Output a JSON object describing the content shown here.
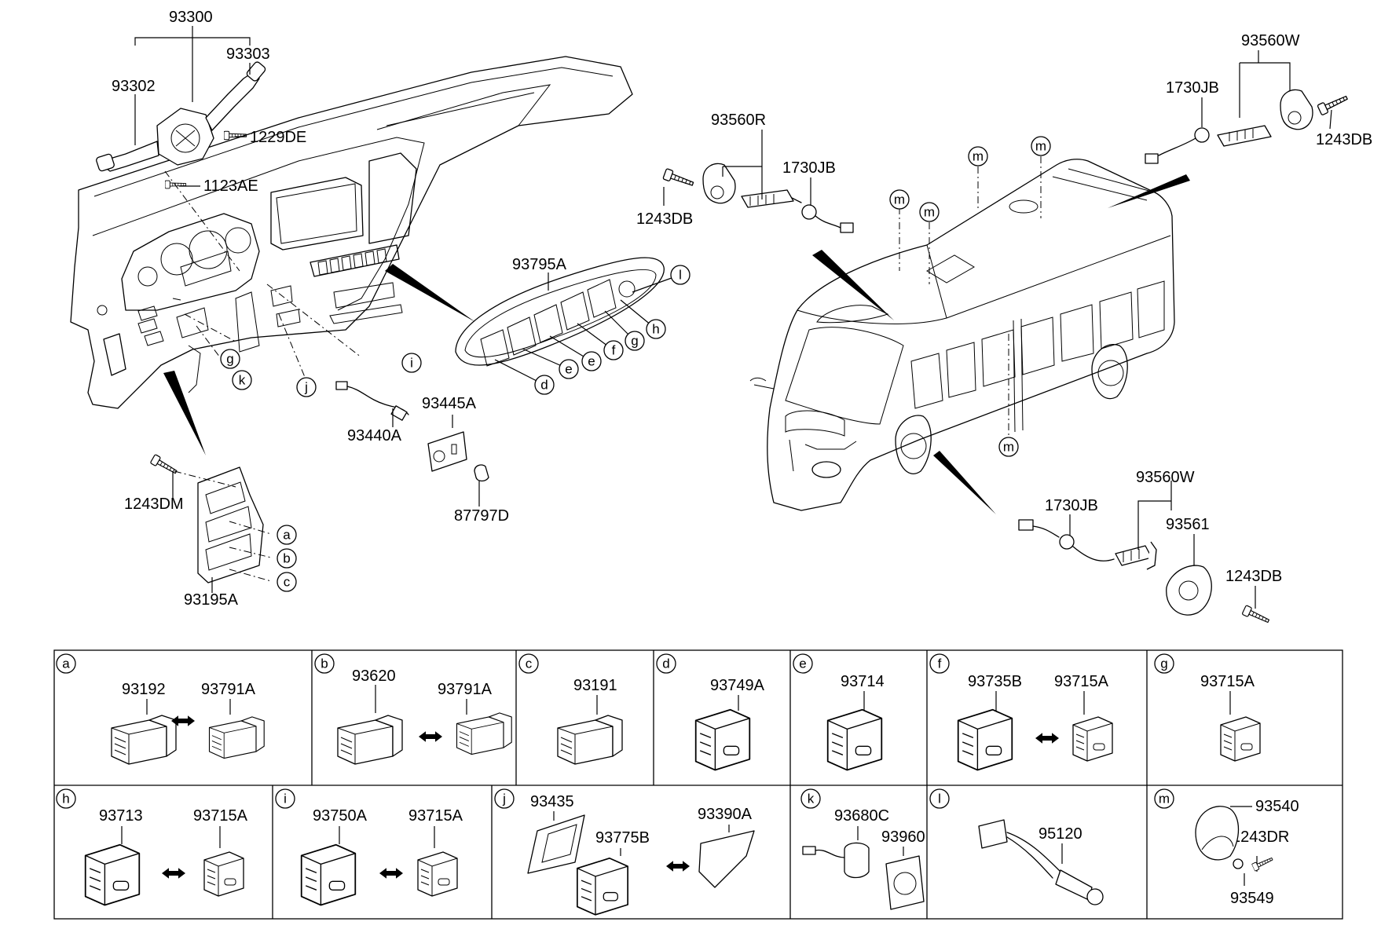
{
  "upper": {
    "dash_labels": [
      "93300",
      "93302",
      "93303",
      "1229DE",
      "1123AE",
      "93795A",
      "93445A",
      "93440A",
      "87797D",
      "1243DM",
      "93195A"
    ],
    "dash_letters": [
      "g",
      "k",
      "j",
      "i",
      "a",
      "b",
      "c"
    ],
    "bezel_letters": [
      "d",
      "e",
      "e",
      "f",
      "g",
      "h",
      "l"
    ],
    "bus_labels": [
      "93560R",
      "1730JB",
      "1243DB",
      "93560W",
      "1730JB",
      "1243DB",
      "1730JB",
      "93560W",
      "93561",
      "1243DB"
    ],
    "bus_letters": [
      "m",
      "m",
      "m",
      "m",
      "m"
    ]
  },
  "table": {
    "row1": [
      {
        "letter": "a",
        "parts": [
          "93192",
          "93791A"
        ]
      },
      {
        "letter": "b",
        "parts": [
          "93620",
          "93791A"
        ]
      },
      {
        "letter": "c",
        "parts": [
          "93191"
        ]
      },
      {
        "letter": "d",
        "parts": [
          "93749A"
        ]
      },
      {
        "letter": "e",
        "parts": [
          "93714"
        ]
      },
      {
        "letter": "f",
        "parts": [
          "93735B",
          "93715A"
        ]
      },
      {
        "letter": "g",
        "parts": [
          "93715A"
        ]
      }
    ],
    "row2": [
      {
        "letter": "h",
        "parts": [
          "93713",
          "93715A"
        ]
      },
      {
        "letter": "i",
        "parts": [
          "93750A",
          "93715A"
        ]
      },
      {
        "letter": "j",
        "parts": [
          "93435",
          "93775B",
          "93390A"
        ]
      },
      {
        "letter": "k",
        "parts": [
          "93680C",
          "93960"
        ]
      },
      {
        "letter": "l",
        "parts": [
          "95120"
        ]
      },
      {
        "letter": "m",
        "parts": [
          "93540",
          "1243DR",
          "93549"
        ]
      }
    ]
  }
}
